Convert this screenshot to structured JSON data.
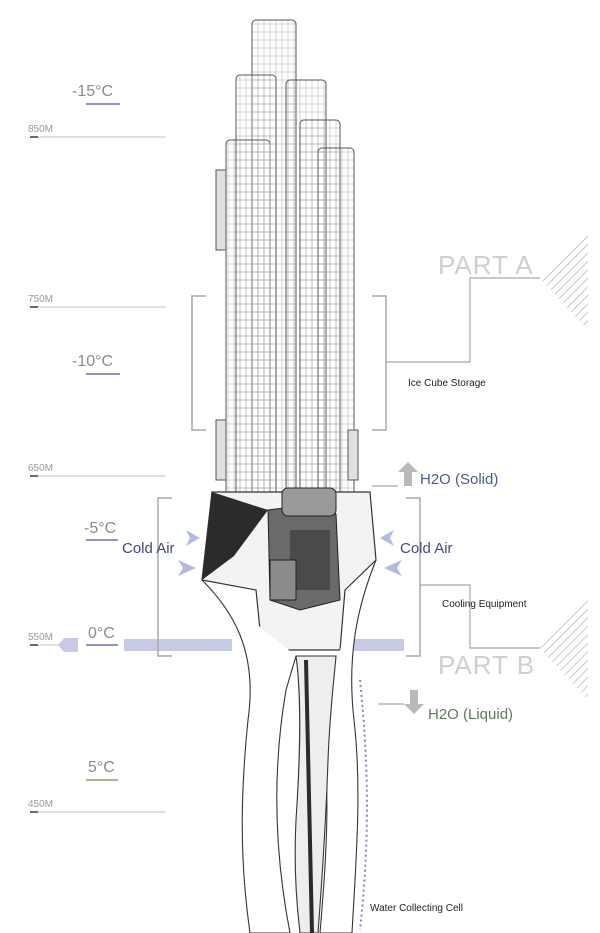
{
  "altitudes": [
    "850M",
    "750M",
    "650M",
    "550M",
    "450M"
  ],
  "temperatures": [
    "-15°C",
    "-10°C",
    "-5°C",
    "0°C",
    "5°C"
  ],
  "parts": [
    "PART A",
    "PART B"
  ],
  "cold_air": "Cold Air",
  "h2o_solid": "H2O (Solid)",
  "h2o_liquid": "H2O (Liquid)",
  "labels": {
    "ice_storage": "Ice Cube Storage",
    "cooling": "Cooling Equipment",
    "water_cell": "Water Collecting Cell"
  },
  "colors": {
    "temp_cold": "#8d95c7",
    "temp_mid": "#8d95c7",
    "temp_warm": "#b5b18a",
    "cold_air": "#3f4a7d",
    "band": "#c6cbe3"
  }
}
